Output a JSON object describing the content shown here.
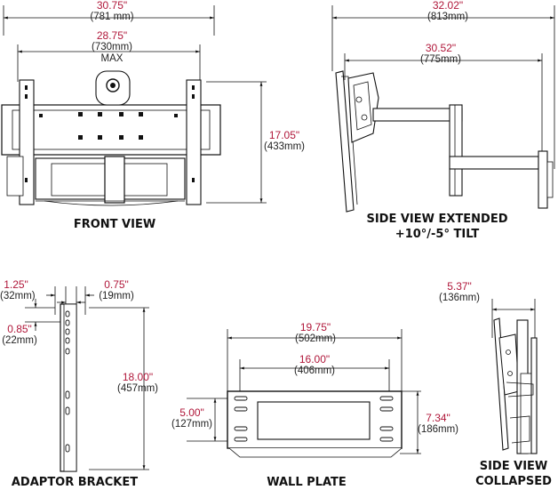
{
  "views": {
    "front": {
      "title": "FRONT VIEW"
    },
    "side_extended": {
      "title_line1": "SIDE VIEW EXTENDED",
      "title_line2": "+10°/-5°  TILT"
    },
    "adaptor": {
      "title": "ADAPTOR BRACKET"
    },
    "wall": {
      "title": "WALL PLATE"
    },
    "side_collapsed": {
      "title_line1": "SIDE VIEW",
      "title_line2": "COLLAPSED"
    }
  },
  "dimensions": {
    "front_width": {
      "imperial": "30.75\"",
      "metric": "(781 mm)"
    },
    "front_inner": {
      "imperial": "28.75\"",
      "metric": "(730mm)",
      "note": "MAX"
    },
    "front_height": {
      "imperial": "17.05\"",
      "metric": "(433mm)"
    },
    "side_ext_total": {
      "imperial": "32.02\"",
      "metric": "(813mm)"
    },
    "side_ext_arm": {
      "imperial": "30.52\"",
      "metric": "(775mm)"
    },
    "adaptor_top": {
      "imperial": "1.25\"",
      "metric": "(32mm)"
    },
    "adaptor_right": {
      "imperial": "0.75\"",
      "metric": "(19mm)"
    },
    "adaptor_side": {
      "imperial": "0.85\"",
      "metric": "(22mm)"
    },
    "adaptor_height": {
      "imperial": "18.00\"",
      "metric": "(457mm)"
    },
    "wall_width": {
      "imperial": "19.75\"",
      "metric": "(502mm)"
    },
    "wall_holes": {
      "imperial": "16.00\"",
      "metric": "(406mm)"
    },
    "wall_hole_v": {
      "imperial": "5.00\"",
      "metric": "(127mm)"
    },
    "wall_height": {
      "imperial": "7.34\"",
      "metric": "(186mm)"
    },
    "collapsed_depth": {
      "imperial": "5.37\"",
      "metric": "(136mm)"
    }
  }
}
